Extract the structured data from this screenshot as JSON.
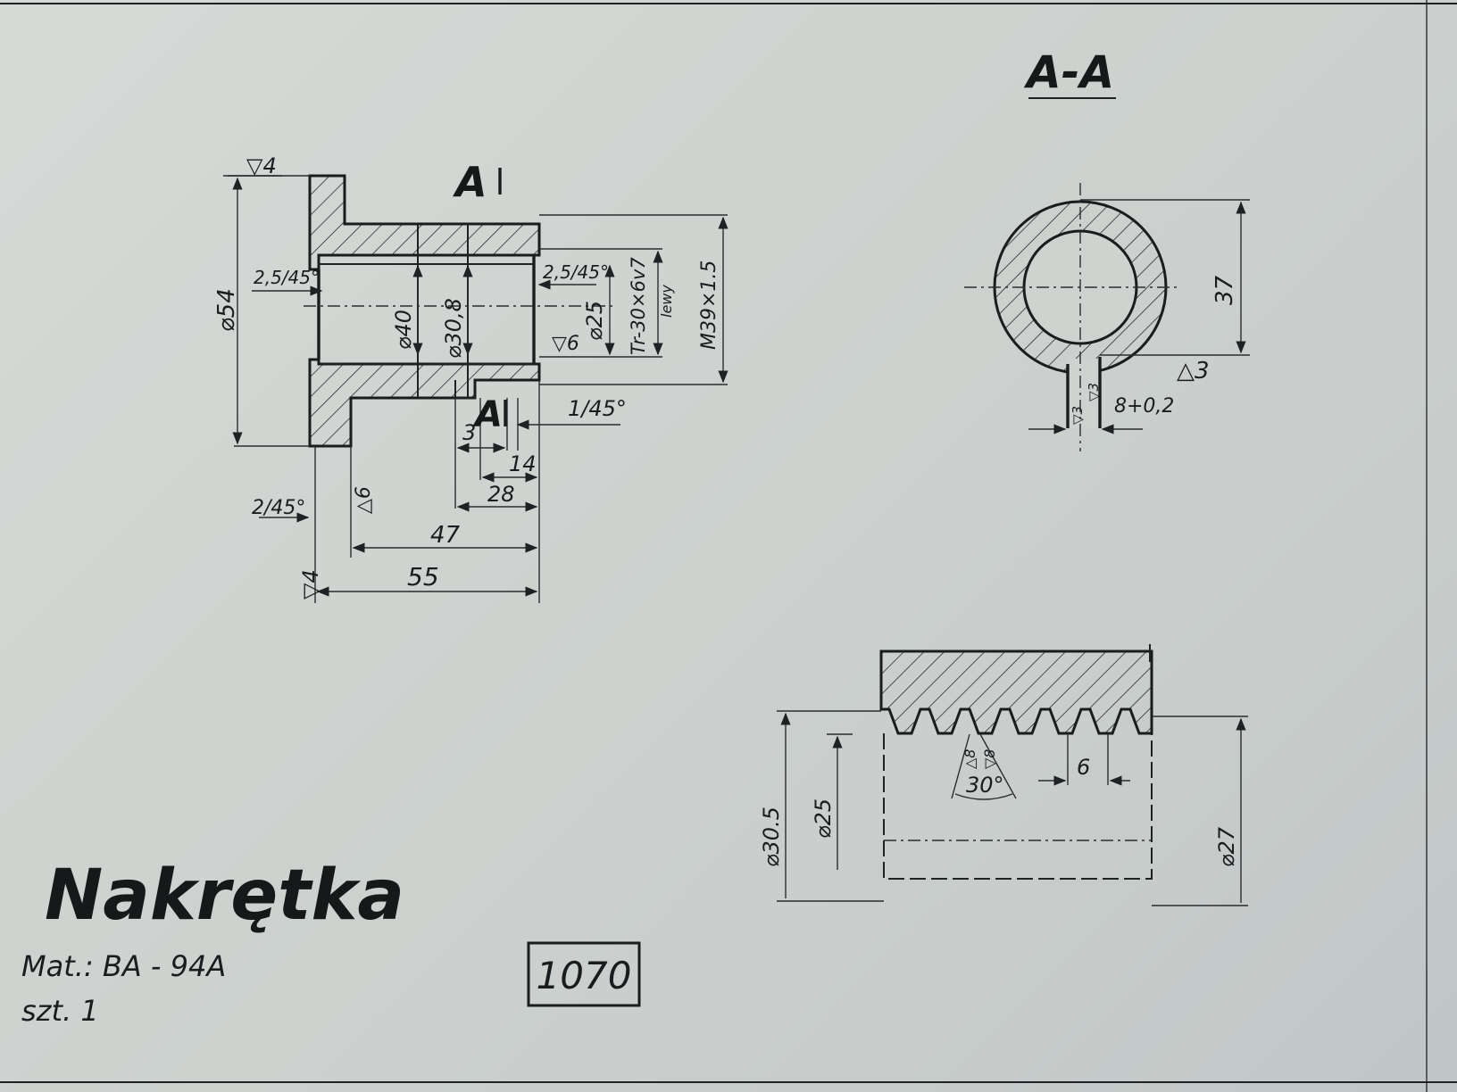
{
  "title": "Nakrętka",
  "material": "Mat.: BA - 94A",
  "quantity": "szt. 1",
  "drawing_number": "1070",
  "section_label": "A-A",
  "view_labels": {
    "upper": "A",
    "lower": "A"
  },
  "main_view": {
    "roughness_top": "▽4",
    "roughness_bottom": "▽4",
    "dia_outer": "⌀54",
    "chamfer_left": "2,5/45°",
    "chamfer_right": "2,5/45°",
    "dia_40": "⌀40",
    "dia_30_8": "⌀30,8",
    "dia_25": "⌀25",
    "roughness_bore": "▽6",
    "thread_inner": "Tr-30×6v7",
    "thread_inner_note": "lewy",
    "thread_outer": "M39×1.5",
    "chamfer_small": "1/45°",
    "dim_3": "3",
    "dim_14": "14",
    "dim_28": "28",
    "chamfer_base": "2/45°",
    "roughness_face": "△6",
    "dim_47": "47",
    "dim_55": "55"
  },
  "section_view": {
    "dim_37": "37",
    "roughness_slot": "△3",
    "slot_width": "8+0,2",
    "slot_r1": "▽3",
    "slot_r2": "▽3"
  },
  "thread_detail": {
    "dia_30_5": "⌀30.5",
    "dia_25": "⌀25",
    "dia_27": "⌀27",
    "angle": "30°",
    "pitch": "6",
    "roughness_a": "△8",
    "roughness_b": "▽8"
  }
}
